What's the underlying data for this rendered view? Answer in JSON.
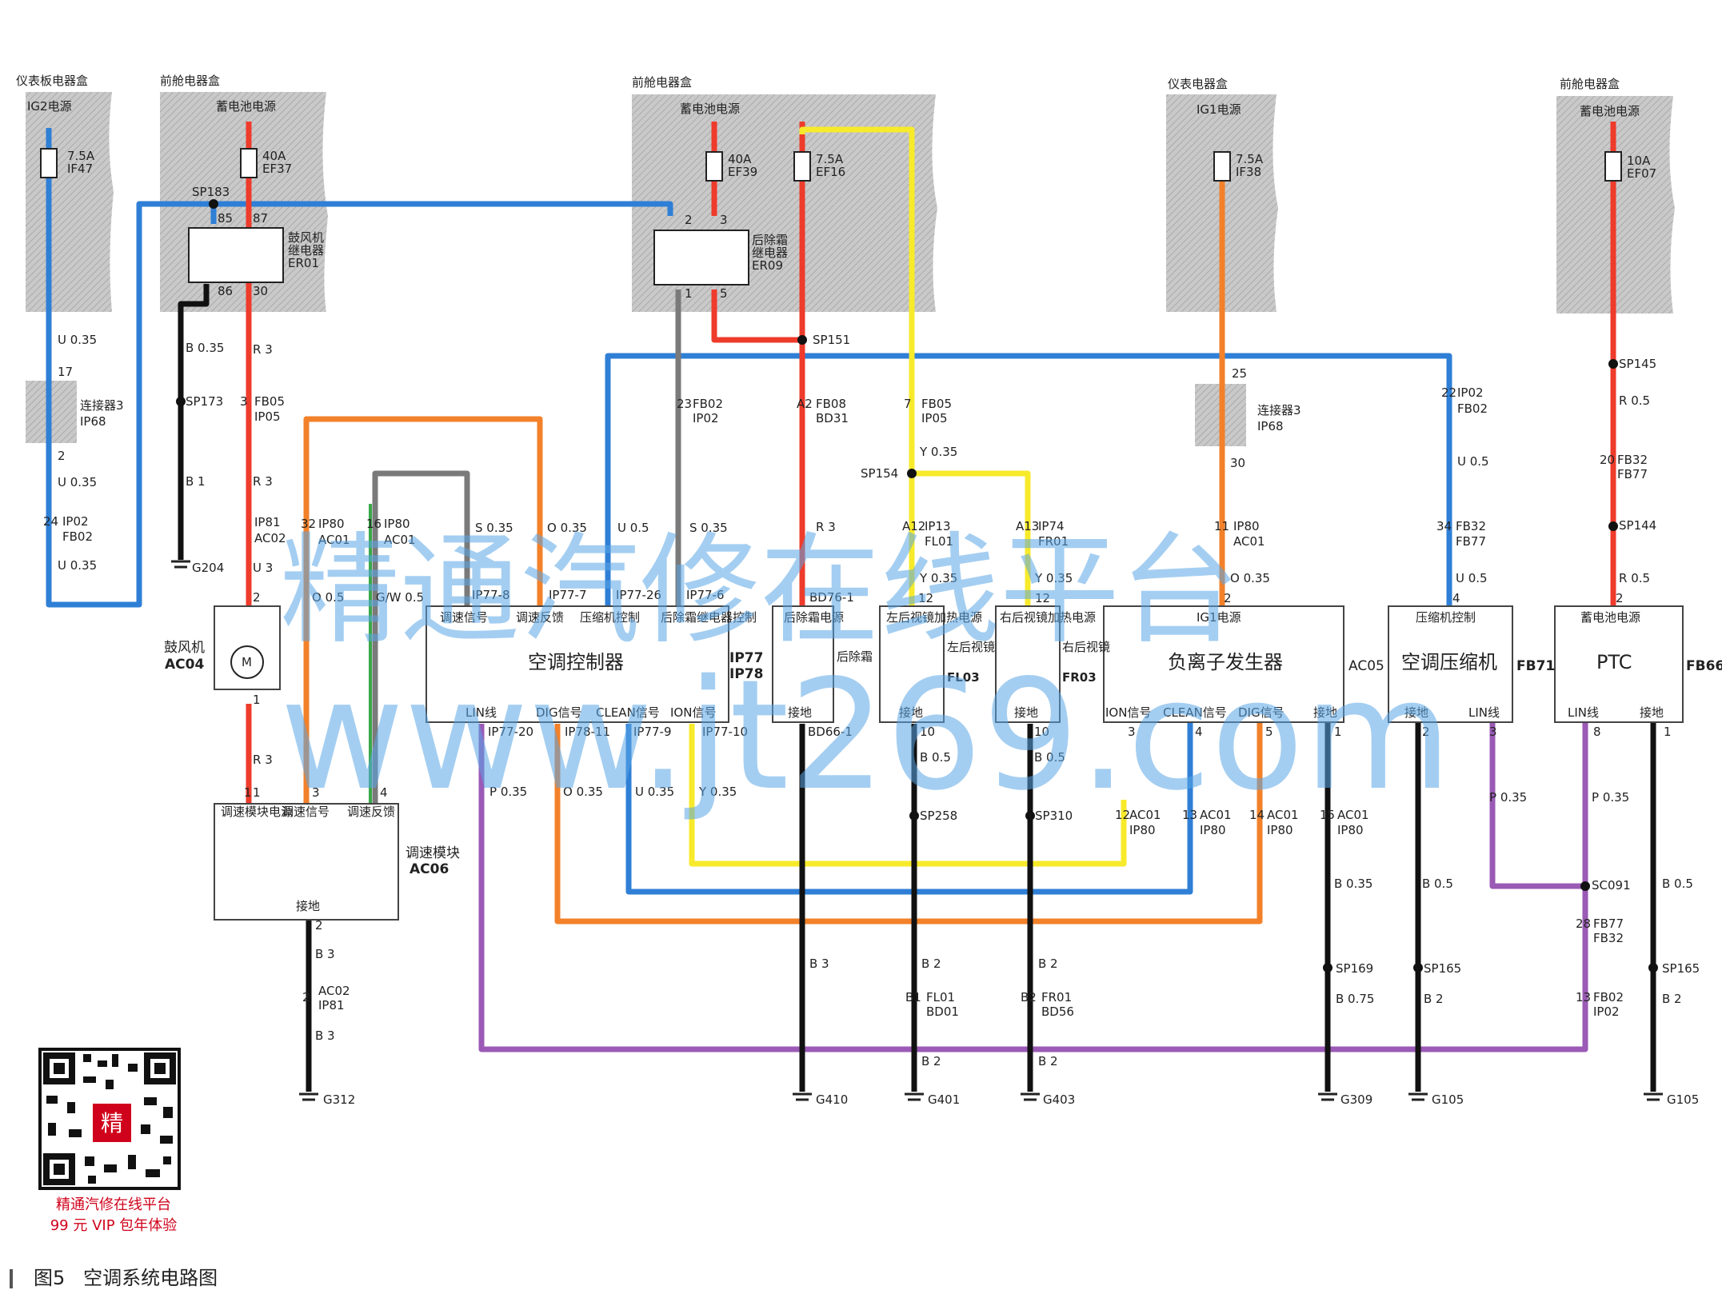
{
  "watermark": {
    "line1": "精通汽修在线平台",
    "line2": "www.jt269.com"
  },
  "caption": {
    "fig": "图5",
    "title": "空调系统电路图"
  },
  "qr": {
    "text1": "精通汽修在线平台",
    "text2": "99 元 VIP 包年体验",
    "center_char": "精"
  },
  "colors": {
    "red": "#ee3b2b",
    "blue": "#2f7fd6",
    "yellow": "#f7ea2b",
    "orange": "#f2812a",
    "purple": "#9a5ab5",
    "black": "#111111",
    "gray": "#7a7a7a",
    "green": "#3aa84a"
  },
  "boxes": {
    "b1": {
      "title": "仪表板电器盒",
      "src": "IG2电源",
      "fuse1": "7.5A",
      "fuse2": "IF47"
    },
    "b2": {
      "title": "前舱电器盒",
      "src": "蓄电池电源",
      "fuse1": "40A",
      "fuse2": "EF37",
      "relay": [
        "鼓风机",
        "继电器",
        "ER01"
      ],
      "pins": [
        "85",
        "87",
        "86",
        "30"
      ]
    },
    "b3": {
      "title": "前舱电器盒",
      "src": "蓄电池电源",
      "fuse1": "40A",
      "fuse2": "EF39",
      "fuse3": "7.5A",
      "fuse4": "EF16",
      "relay": [
        "后除霜",
        "继电器",
        "ER09"
      ],
      "pins": [
        "2",
        "3",
        "1",
        "5"
      ]
    },
    "b4": {
      "title": "仪表电器盒",
      "src": "IG1电源",
      "fuse1": "7.5A",
      "fuse2": "IF38"
    },
    "b5": {
      "title": "前舱电器盒",
      "src": "蓄电池电源",
      "fuse1": "10A",
      "fuse2": "EF07"
    }
  },
  "labels": [
    "SP183",
    "U 0.35",
    "17",
    "连接器3",
    "IP68",
    "2",
    "U 0.35",
    "24",
    "IP02",
    "FB02",
    "U 0.35",
    "B 0.35",
    "SP173",
    "B 1",
    "G204",
    "R 3",
    "3",
    "FB05",
    "IP05",
    "R 3",
    "IP81",
    "AC02",
    "U 3",
    "2",
    "鼓风机",
    "AC04",
    "1",
    "R 3",
    "1",
    "32",
    "IP80",
    "AC01",
    "O 0.5",
    "16",
    "IP80",
    "AC01",
    "G/W 0.5",
    "S 0.35",
    "O 0.35",
    "U 0.5",
    "S 0.35",
    "SP151",
    "23",
    "FB02",
    "IP02",
    "A2",
    "FB08",
    "BD31",
    "R 3",
    "BD76-1",
    "7",
    "FB05",
    "IP05",
    "Y 0.35",
    "SP154",
    "A12",
    "IP13",
    "FL01",
    "Y 0.35",
    "12",
    "A13",
    "IP74",
    "FR01",
    "Y 0.35",
    "12",
    "25",
    "连接器3",
    "IP68",
    "30",
    "11",
    "IP80",
    "AC01",
    "O 0.35",
    "2",
    "22",
    "IP02",
    "FB02",
    "U 0.5",
    "34",
    "FB32",
    "FB77",
    "U 0.5",
    "4",
    "SP145",
    "R 0.5",
    "20",
    "FB32",
    "FB77",
    "SP144",
    "R 0.5",
    "2",
    "IP77-20",
    "IP78-11",
    "IP77-9",
    "IP77-10",
    "P 0.35",
    "O 0.35",
    "U 0.35",
    "Y 0.35",
    "BD66-1",
    "10",
    "B 0.5",
    "SP258",
    "10",
    "B 0.5",
    "SP310",
    "3",
    "4",
    "5",
    "1",
    "12",
    "AC01",
    "IP80",
    "13",
    "AC01",
    "IP80",
    "14",
    "AC01",
    "IP80",
    "15",
    "AC01",
    "IP80",
    "B 0.35",
    "SP169",
    "B 0.75",
    "2",
    "B 0.5",
    "SP165",
    "B 2",
    "3",
    "P 0.35",
    "8",
    "P 0.35",
    "SC091",
    "28",
    "FB77",
    "FB32",
    "13",
    "FB02",
    "IP02",
    "1",
    "B 0.5",
    "SP165",
    "B 2",
    "B 3",
    "B 2",
    "B1",
    "FL01",
    "BD01",
    "B 2",
    "B 2",
    "B2",
    "FR01",
    "BD56",
    "B 2",
    "2",
    "B 3",
    "2",
    "AC02",
    "IP81",
    "B 3",
    "G312",
    "G410",
    "G401",
    "G403",
    "G309",
    "G105",
    "G105"
  ],
  "components": {
    "ac06": {
      "name": "调速模块",
      "code": "AC06",
      "pin_labels": [
        "调速模块电源",
        "调速信号",
        "调速反馈"
      ],
      "ground": "接地",
      "pins": [
        "1",
        "3",
        "4"
      ]
    },
    "ctrl": {
      "name": "空调控制器",
      "code1": "IP77",
      "code2": "IP78",
      "top": [
        "调速信号",
        "调速反馈",
        "压缩机控制",
        "后除霜继电器控制"
      ],
      "top_pins": [
        "IP77-8",
        "IP77-7",
        "IP77-26",
        "IP77-6"
      ],
      "bottom": [
        "LIN线",
        "DIG信号",
        "CLEAN信号",
        "ION信号"
      ]
    },
    "rear_defrost": {
      "name": "后除霜",
      "top": "后除霜电源",
      "bottom": "接地"
    },
    "lmirror": {
      "name": "左后视镜",
      "code": "FL03",
      "top": "左后视镜加热电源",
      "bottom": "接地"
    },
    "rmirror": {
      "name": "右后视镜",
      "code": "FR03",
      "top": "右后视镜加热电源",
      "bottom": "接地"
    },
    "ion": {
      "name": "负离子发生器",
      "code": "AC05",
      "top": "IG1电源",
      "bottom": [
        "ION信号",
        "CLEAN信号",
        "DIG信号",
        "接地"
      ]
    },
    "comp": {
      "name": "空调压缩机",
      "code": "FB71",
      "top": "压缩机控制",
      "bottom": [
        "接地",
        "LIN线"
      ]
    },
    "ptc": {
      "name": "PTC",
      "code": "FB66",
      "top": "蓄电池电源",
      "bottom": [
        "LIN线",
        "接地"
      ]
    }
  }
}
